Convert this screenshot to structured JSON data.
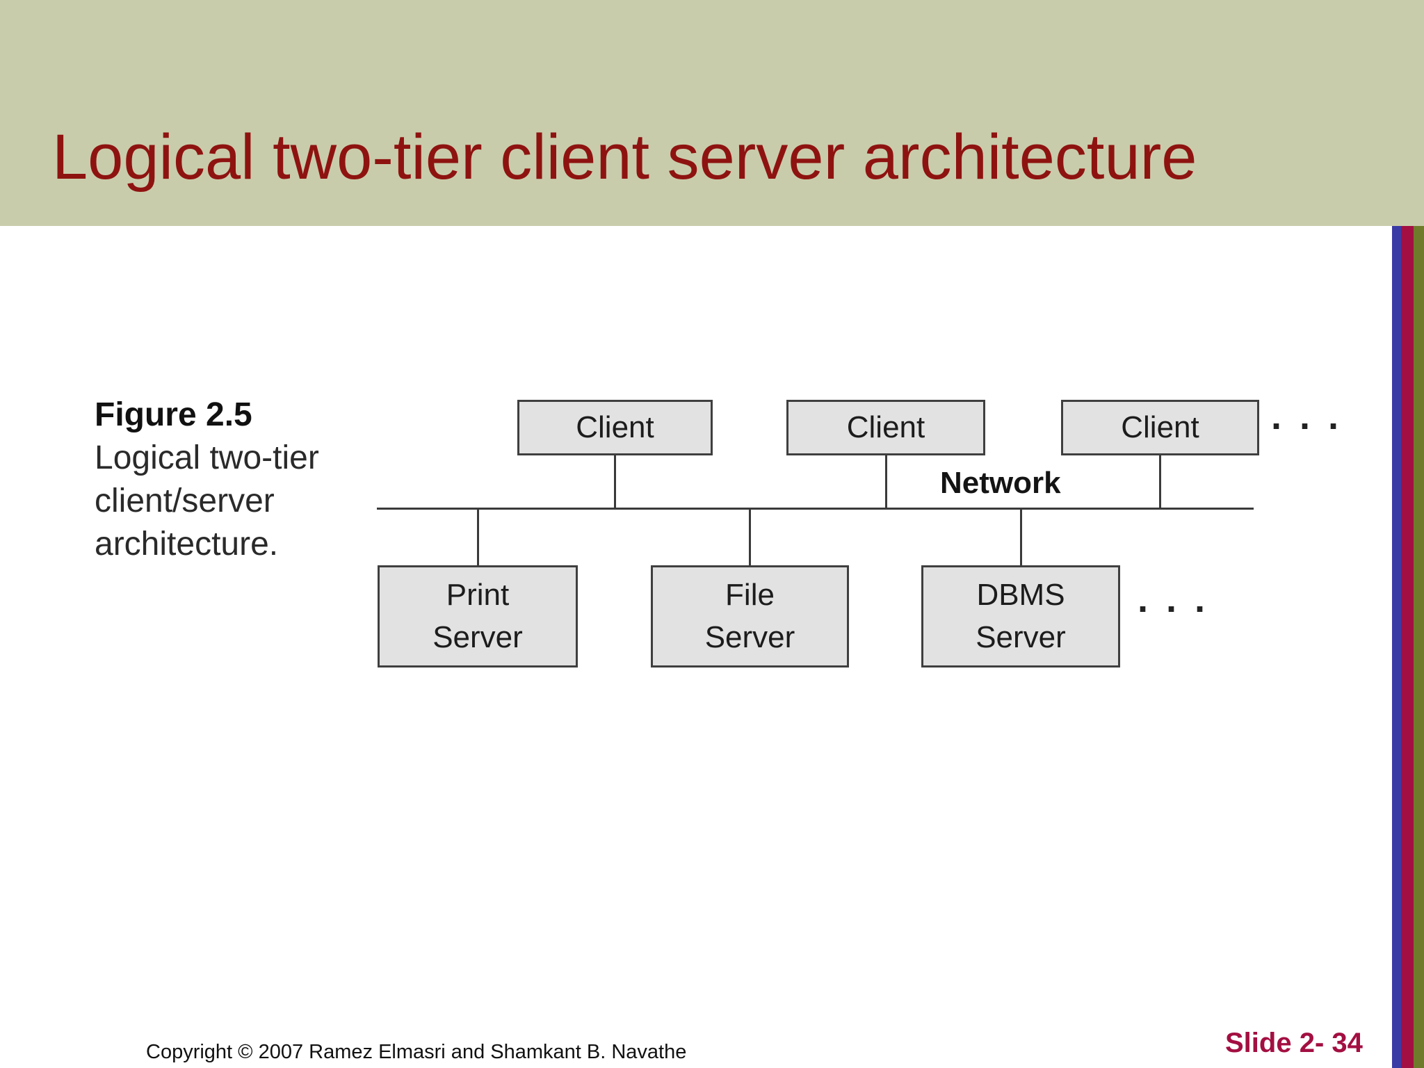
{
  "slide": {
    "title": "Logical two-tier client server architecture",
    "footer": {
      "copyright": "Copyright © 2007 Ramez Elmasri and Shamkant B. Navathe",
      "slide_number": "Slide 2- 34"
    }
  },
  "figure": {
    "caption_title": "Figure 2.5",
    "caption_lines": [
      "Logical two-tier",
      "client/server",
      "architecture."
    ]
  },
  "diagram": {
    "clients": [
      {
        "label": "Client"
      },
      {
        "label": "Client"
      },
      {
        "label": "Client"
      }
    ],
    "clients_ellipsis": "· · ·",
    "network_label": "Network",
    "servers": [
      {
        "line1": "Print",
        "line2": "Server"
      },
      {
        "line1": "File",
        "line2": "Server"
      },
      {
        "line1": "DBMS",
        "line2": "Server"
      }
    ],
    "servers_ellipsis": "· · ·"
  },
  "colors": {
    "header_band": "#c9ccab",
    "title_text": "#8e1310",
    "stripe_blue": "#3b3ba6",
    "stripe_crimson": "#a30f42",
    "stripe_olive": "#6f7b2a",
    "box_fill": "#e2e2e2",
    "box_border": "#3f3f3f",
    "diagram_line": "#3a3a3a",
    "slide_number_text": "#a30f42"
  }
}
